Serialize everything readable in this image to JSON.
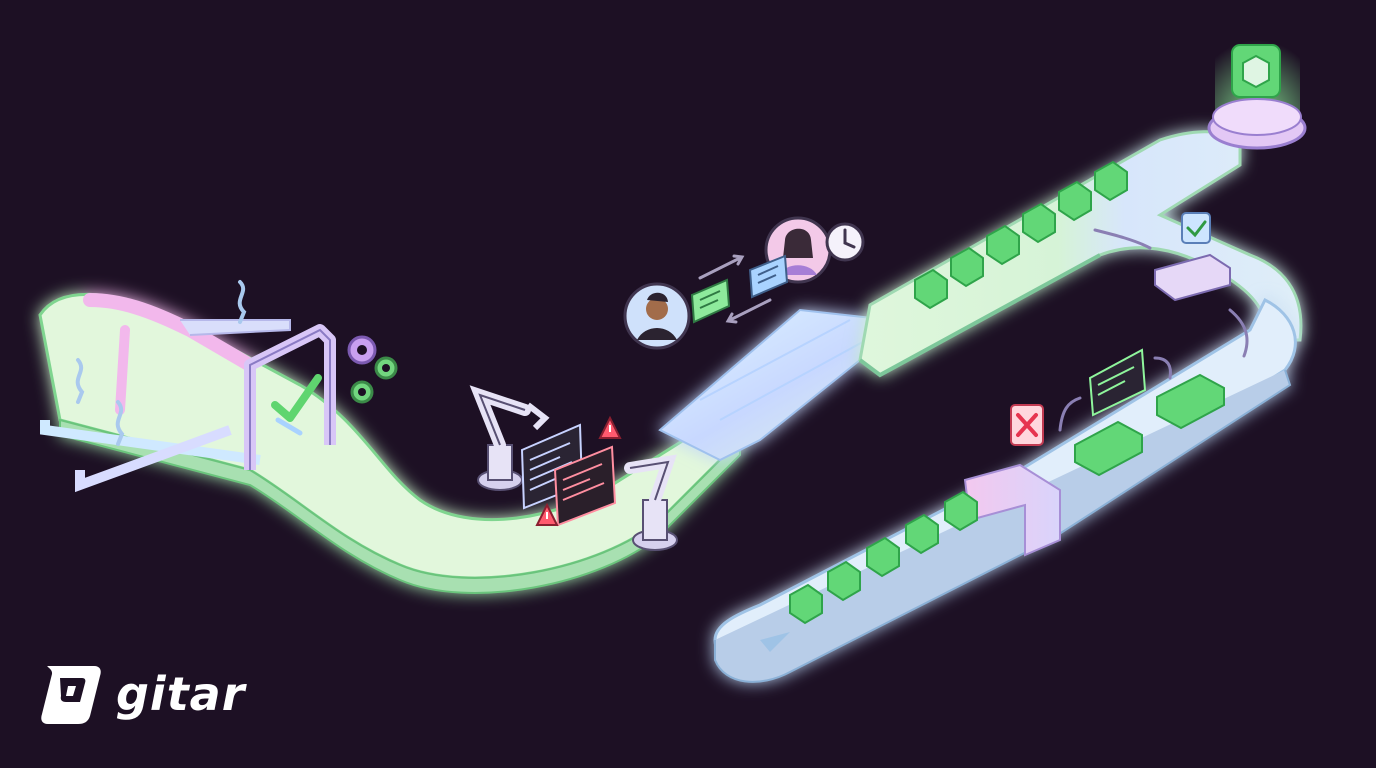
{
  "colors": {
    "background": "#1d1024",
    "belt_green": "#d8f7d8",
    "belt_edge": "#9fe0a8",
    "belt_blue": "#d8ecf7",
    "lavender": "#e7cdf5",
    "package": "#62d777",
    "package_dark": "#2fa44a",
    "alert": "#ff5a6e"
  },
  "icons": [
    "conveyor-belt",
    "inflow-arrows",
    "gate-check-icon",
    "gear-icon",
    "robot-arm",
    "warning-icon",
    "code-panel",
    "developer-avatar",
    "reviewer-avatar",
    "clock-icon",
    "message-card",
    "package-cube",
    "scanner-check-icon",
    "reject-x-icon",
    "shipping-platform",
    "gitar-logo"
  ],
  "brand": {
    "logo_icon": "gitar-logo",
    "name": "gitar"
  }
}
